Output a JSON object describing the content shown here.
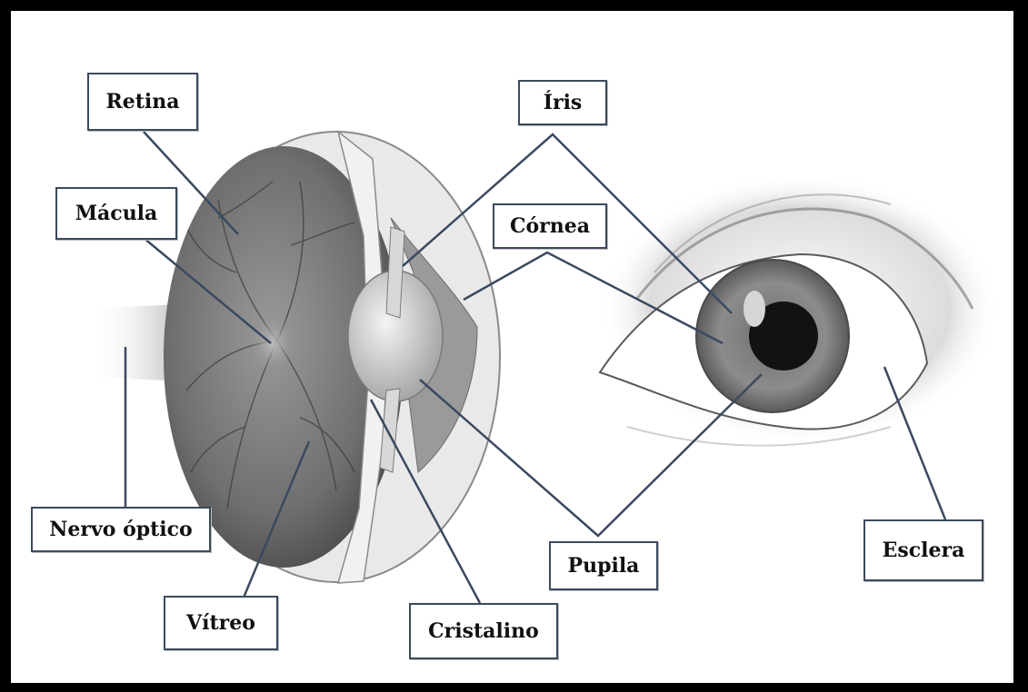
{
  "labels": {
    "retina": "Retina",
    "macula": "Mácula",
    "nervo_optico": "Nervo óptico",
    "vitreo": "Vítreo",
    "cristalino": "Cristalino",
    "iris": "Íris",
    "cornea": "Córnea",
    "pupila": "Pupila",
    "esclera": "Esclera"
  },
  "colors": {
    "frame": "#000000",
    "leader_line": "#3a4a5e",
    "label_border": "#3a4a5e"
  }
}
